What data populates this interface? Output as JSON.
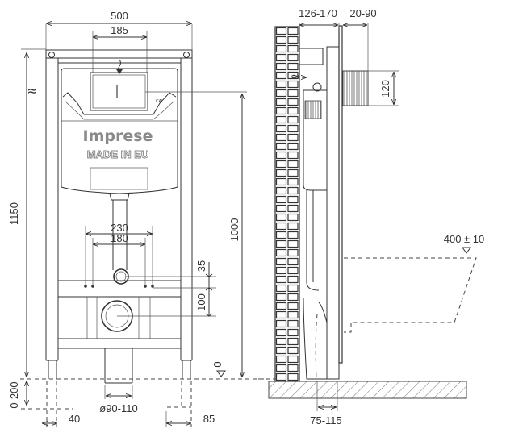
{
  "front_view": {
    "brand": "Imprese",
    "made_in": "MADE IN EU",
    "dimensions": {
      "frame_width": "500",
      "button_width": "185",
      "total_height": "1150",
      "button_height": "1000",
      "bolt_outer": "230",
      "bolt_inner": "180",
      "inlet_offset": "35",
      "drain_offset": "100",
      "floor_level": "0",
      "leg_adjust": "0-200",
      "leg_left": "40",
      "leg_right": "85",
      "drain_diameter": "ø90-110"
    },
    "water_symbol": "≈"
  },
  "side_view": {
    "dimensions": {
      "depth": "126-170",
      "wall_finish": "20-90",
      "button_height": "120",
      "drain_offset": "75-115",
      "seat_height": "400 ± 10"
    },
    "water_symbol": "≈"
  }
}
